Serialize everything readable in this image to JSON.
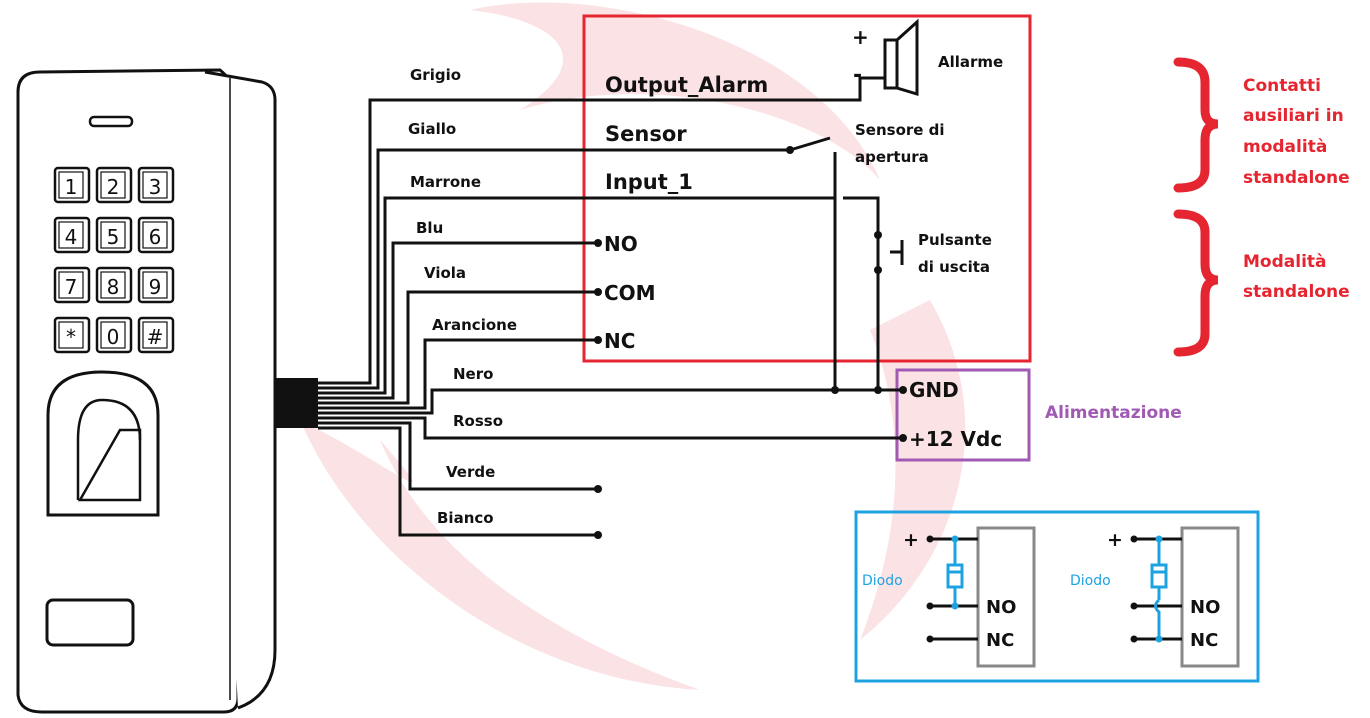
{
  "colors": {
    "line": "#111111",
    "box_red": "#e52530",
    "box_purple": "#a05ab4",
    "box_blue": "#1fa3e0",
    "label_red": "#e52530",
    "label_purple": "#a05ab4",
    "diode": "#1fa3e0",
    "relay_box": "#888888",
    "watermark": "#fbe2e5"
  },
  "wires": [
    {
      "color_label": "Grigio",
      "terminal": "Output_Alarm"
    },
    {
      "color_label": "Giallo",
      "terminal": "Sensor"
    },
    {
      "color_label": "Marrone",
      "terminal": "Input_1"
    },
    {
      "color_label": "Blu",
      "terminal": "NO"
    },
    {
      "color_label": "Viola",
      "terminal": "COM"
    },
    {
      "color_label": "Arancione",
      "terminal": "NC"
    },
    {
      "color_label": "Nero",
      "terminal": "GND"
    },
    {
      "color_label": "Rosso",
      "terminal": "+12 Vdc"
    },
    {
      "color_label": "Verde",
      "terminal": ""
    },
    {
      "color_label": "Bianco",
      "terminal": ""
    }
  ],
  "keypad": [
    "1",
    "2",
    "3",
    "4",
    "5",
    "6",
    "7",
    "8",
    "9",
    "*",
    "0",
    "#"
  ],
  "components": {
    "alarm": "Allarme",
    "sensor_line1": "Sensore di",
    "sensor_line2": "apertura",
    "button_line1": "Pulsante",
    "button_line2": "di uscita",
    "plus": "+",
    "minus": "-"
  },
  "groups": {
    "aux_line1": "Contatti",
    "aux_line2": "ausiliari in",
    "aux_line3": "modalità",
    "aux_line4": "standalone",
    "standalone_line1": "Modalità",
    "standalone_line2": "standalone",
    "power": "Alimentazione"
  },
  "diode_panel": {
    "diode_label": "Diodo",
    "plus": "+",
    "no": "NO",
    "nc": "NC"
  }
}
